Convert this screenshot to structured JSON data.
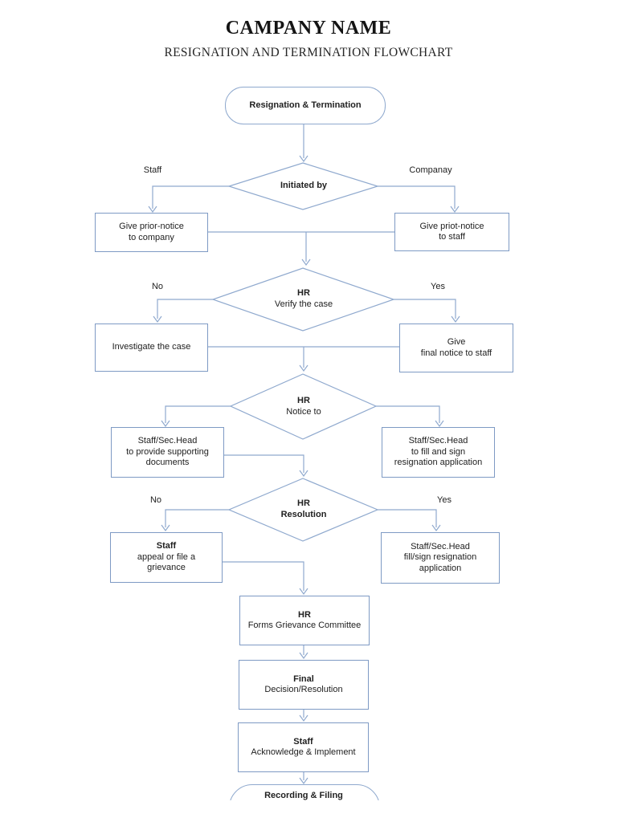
{
  "header": {
    "title": "CAMPANY NAME",
    "subtitle": "RESIGNATION AND TERMINATION FLOWCHART"
  },
  "nodes": {
    "start": {
      "label": "Resignation & Termination"
    },
    "initiated_by": {
      "label": "Initiated by",
      "left_branch": "Staff",
      "right_branch": "Companay"
    },
    "give_prior_notice": "Give prior-notice\nto company",
    "give_priot_notice": "Give priot-notice\nto staff",
    "verify": {
      "title": "HR",
      "subtitle": "Verify the case",
      "left_branch": "No",
      "right_branch": "Yes"
    },
    "investigate": "Investigate the case",
    "final_notice": "Give\nfinal notice to staff",
    "notice_to": {
      "title": "HR",
      "subtitle": "Notice to"
    },
    "provide_docs": "Staff/Sec.Head\nto provide supporting\ndocuments",
    "fill_sign": "Staff/Sec.Head\nto fill and sign\nresignation application",
    "resolution": {
      "title": "HR",
      "subtitle": "Resolution",
      "left_branch": "No",
      "right_branch": "Yes"
    },
    "appeal": {
      "title": "Staff",
      "body": "appeal or file a\ngrievance"
    },
    "fill_sign_2": "Staff/Sec.Head\nfill/sign resignation\napplication",
    "grievance_committee": {
      "title": "HR",
      "body": "Forms Grievance Committee"
    },
    "final_decision": {
      "title": "Final",
      "body": "Decision/Resolution"
    },
    "acknowledge": {
      "title": "Staff",
      "body": "Acknowledge & Implement"
    },
    "end": {
      "label": "Recording & Filing"
    }
  },
  "colors": {
    "connector_line": "#8fa9ce",
    "box_border": "#7e9ac4",
    "text": "#212121"
  }
}
